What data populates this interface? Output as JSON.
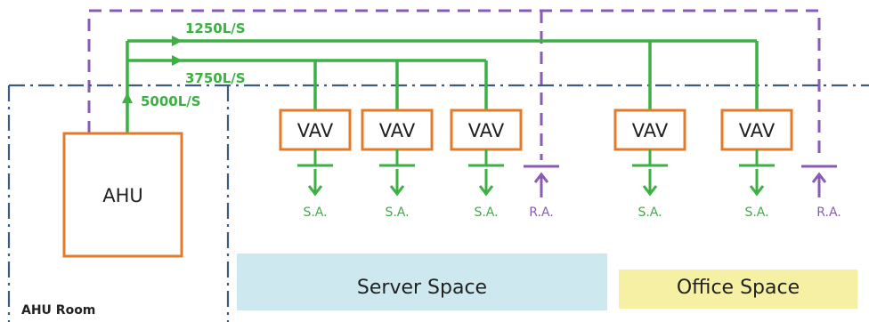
{
  "colors": {
    "supply": "#3cb043",
    "return": "#8a5bb5",
    "equipment": "#e07b2e",
    "room_boundary": "#3d5a80",
    "server_space_fill": "#cde9ef",
    "office_space_fill": "#f5f0a3"
  },
  "flows": {
    "upper": "1250L/S",
    "lower": "3750L/S",
    "main": "5000L/S"
  },
  "ahu": {
    "label": "AHU"
  },
  "vav_units": [
    {
      "label": "VAV"
    },
    {
      "label": "VAV"
    },
    {
      "label": "VAV"
    },
    {
      "label": "VAV"
    },
    {
      "label": "VAV"
    }
  ],
  "terminals": [
    {
      "type": "supply",
      "label": "S.A."
    },
    {
      "type": "supply",
      "label": "S.A."
    },
    {
      "type": "supply",
      "label": "S.A."
    },
    {
      "type": "return",
      "label": "R.A."
    },
    {
      "type": "supply",
      "label": "S.A."
    },
    {
      "type": "supply",
      "label": "S.A."
    },
    {
      "type": "return",
      "label": "R.A."
    }
  ],
  "room": {
    "label": "AHU Room"
  },
  "spaces": {
    "server": "Server Space",
    "office": "Office Space"
  }
}
